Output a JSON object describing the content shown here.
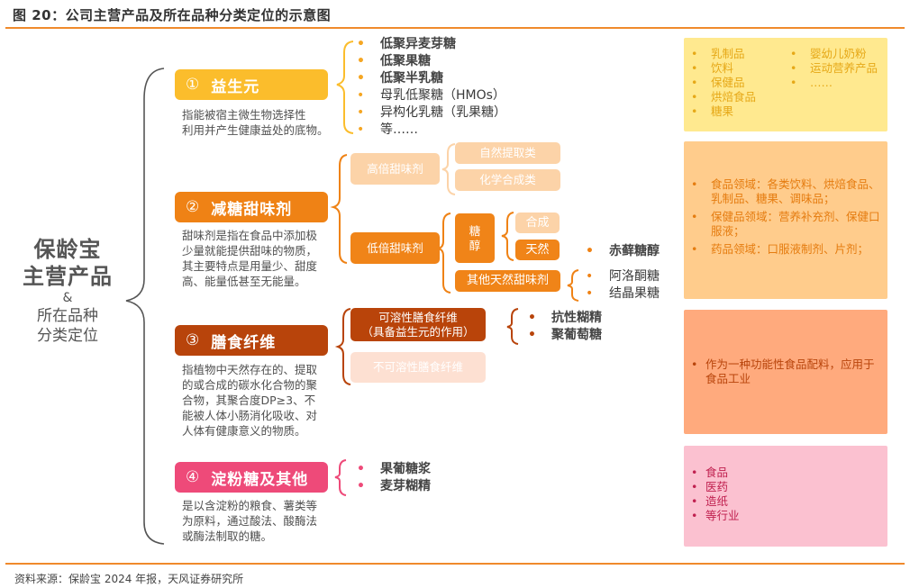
{
  "header": {
    "title": "图 20：公司主营产品及所在品种分类定位的示意图"
  },
  "footer": {
    "source": "资料来源：保龄宝 2024 年报，天风证券研究所"
  },
  "root": {
    "line1": "保龄宝",
    "line2": "主营产品",
    "amp": "&",
    "line3": "所在品种",
    "line4": "分类定位"
  },
  "colors": {
    "accent_rule": "#f08a2c",
    "cat1": "#fbbd2c",
    "cat2": "#ef8215",
    "cat3": "#b8440b",
    "cat4": "#ee4a79",
    "panel1": "#ffe98f",
    "panel2": "#ffcc8c",
    "panel3": "#ffaa7d",
    "panel4": "#fbc1d0"
  },
  "categories": [
    {
      "num": "①",
      "label": "益生元",
      "desc": [
        "指能被宿主微生物选择性",
        "利用并产生健康益处的底物。"
      ],
      "items": [
        "低聚异麦芽糖",
        "低聚果糖",
        "低聚半乳糖",
        "母乳低聚糖（HMOs）",
        "异构化乳糖（乳果糖）",
        "等……"
      ],
      "applications": {
        "col1": [
          "乳制品",
          "饮料",
          "保健品",
          "烘焙食品",
          "糖果"
        ],
        "col2": [
          "婴幼儿奶粉",
          "运动营养产品",
          "……"
        ]
      }
    },
    {
      "num": "②",
      "label": "减糖甜味剂",
      "desc": [
        "甜味剂是指在食品中添加极",
        "少量就能提供甜味的物质，",
        "其主要特点是用量少、甜度",
        "高、能量低甚至无能量。"
      ],
      "high_label": "高倍甜味剂",
      "high_sub": [
        "自然提取类",
        "化学合成类"
      ],
      "low_label": "低倍甜味剂",
      "sugar_alcohol": "糖醇",
      "sugar_alcohol_chars": [
        "糖",
        "醇"
      ],
      "synthetic": "合成",
      "natural": "天然",
      "natural_item": "赤藓糖醇",
      "other_label": "其他天然甜味剂",
      "other_items": [
        "阿洛酮糖",
        "结晶果糖"
      ],
      "applications": [
        "食品领域：各类饮料、烘焙食品、乳制品、糖果、调味品；",
        "保健品领域：营养补充剂、保健口服液；",
        "药品领域：口服液制剂、片剂；"
      ]
    },
    {
      "num": "③",
      "label": "膳食纤维",
      "desc": [
        "指植物中天然存在的、提取",
        "的或合成的碳水化合物的聚",
        "合物，其聚合度DP≥3、不",
        "能被人体小肠消化吸收、对",
        "人体有健康意义的物质。"
      ],
      "soluble_line1": "可溶性膳食纤维",
      "soluble_line2": "（具备益生元的作用）",
      "insoluble": "不可溶性膳食纤维",
      "items": [
        "抗性糊精",
        "聚葡萄糖"
      ],
      "applications": [
        "作为一种功能性食品配料，应用于食品工业"
      ]
    },
    {
      "num": "④",
      "label": "淀粉糖及其他",
      "desc": [
        "是以含淀粉的粮食、薯类等",
        "为原料，通过酸法、酸酶法",
        "或酶法制取的糖。"
      ],
      "items": [
        "果葡糖浆",
        "麦芽糊精"
      ],
      "applications": [
        "食品",
        "医药",
        "造纸",
        "等行业"
      ]
    }
  ],
  "bullet": "•"
}
